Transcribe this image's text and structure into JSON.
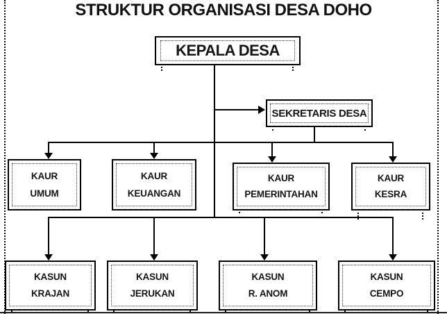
{
  "title": "STRUKTUR ORGANISASI DESA DOHO",
  "colors": {
    "line": "#000000",
    "background": "#ffffff",
    "text": "#141414"
  },
  "org": {
    "root": {
      "label": "KEPALA DESA"
    },
    "secretary": {
      "label": "SEKRETARIS DESA"
    },
    "kaur": [
      {
        "line1": "KAUR",
        "line2": "UMUM"
      },
      {
        "line1": "KAUR",
        "line2": "KEUANGAN"
      },
      {
        "line1": "KAUR",
        "line2": "PEMERINTAHAN"
      },
      {
        "line1": "KAUR",
        "line2": "KESRA"
      }
    ],
    "kasun": [
      {
        "line1": "KASUN",
        "line2": "KRAJAN"
      },
      {
        "line1": "KASUN",
        "line2": "JERUKAN"
      },
      {
        "line1": "KASUN",
        "line2": "R. ANOM"
      },
      {
        "line1": "KASUN",
        "line2": "CEMPO"
      }
    ]
  }
}
